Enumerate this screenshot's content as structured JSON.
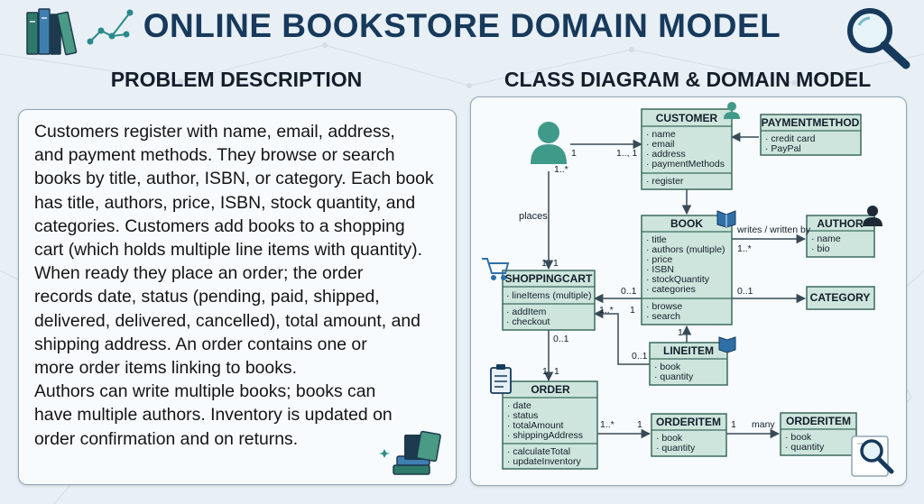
{
  "title": "ONLINE BOOKSTORE DOMAIN MODEL",
  "problem_heading": "PROBLEM DESCRIPTION",
  "diagram_heading": "CLASS DIAGRAM & DOMAIN MODEL",
  "problem_text": "Customers register with name, email, address,\nand payment methods.   They browse or search\nbooks by title, author, ISBN, or category. Each book\nhas title, authors, price, ISBN, stock quantity, and\ncategories. Customers add books to a shopping\ncart (which holds multiple line items with quantity).\nWhen ready they place an order; the order\nrecords date, status (pending, paid, shipped,\ndelivered, delivered, cancelled), total amount, and\nshipping address. An order contains one or\nmore order items linking to books.\nAuthors can write multiple books; books can\nhave multiple authors. Inventory is updated on\norder confirmation and on returns.",
  "classes": {
    "customer": {
      "name": "CUSTOMER",
      "attrs": [
        "· name",
        "· email",
        "· address",
        "· paymentMethods"
      ],
      "methods": [
        "· register"
      ]
    },
    "payment": {
      "name": "PAYMENTMETHOD",
      "attrs": [
        "· credit card",
        "· PayPal"
      ]
    },
    "book": {
      "name": "BOOK",
      "attrs": [
        "· title",
        "· authors (multiple)",
        "· price",
        "· ISBN",
        "· stockQuantity",
        "· categories"
      ],
      "methods": [
        "· browse",
        "· search"
      ]
    },
    "author": {
      "name": "AUTHOR",
      "attrs": [
        "· name",
        "· bio"
      ]
    },
    "category": {
      "name": "CATEGORY"
    },
    "cart": {
      "name": "SHOPPINGCART",
      "attrs": [
        "· lineItems (multiple)"
      ],
      "methods": [
        "· addItem",
        "· checkout"
      ]
    },
    "lineitem": {
      "name": "LINEITEM",
      "attrs": [
        "· book",
        "· quantity"
      ]
    },
    "order": {
      "name": "ORDER",
      "attrs": [
        "· date",
        "· status",
        "· totalAmount",
        "· shippingAddress"
      ],
      "methods": [
        "· calculateTotal",
        "· updateInventory"
      ]
    },
    "orderitem1": {
      "name": "ORDERITEM",
      "attrs": [
        "· book",
        "· quantity"
      ]
    },
    "orderitem2": {
      "name": "ORDERITEM",
      "attrs": [
        "· book",
        "· quantity"
      ]
    }
  },
  "labels": {
    "cust_one": "1",
    "cust_many": "1.., 1",
    "actor_many": "1..*",
    "places": "places",
    "cart_one": "1",
    "cart_one2": "1",
    "writes": "writes / written by",
    "author_many": "1..*",
    "cart_book": "0..1",
    "book_one": "1",
    "book_cat": "0..1",
    "cart_many": "1..*",
    "book_li": "1",
    "li_zero": "0..1",
    "cart_order": "0..1",
    "order_one": "1",
    "order_one2": "1",
    "order_many": "1..*",
    "oi_one": "1",
    "oi_one2": "1",
    "many": "many"
  },
  "colors": {
    "title": "#173a5c",
    "box_fill": "#cde5dc",
    "box_border": "#3d6a5e",
    "line": "#394a57",
    "accent": "#2a8a8a"
  }
}
